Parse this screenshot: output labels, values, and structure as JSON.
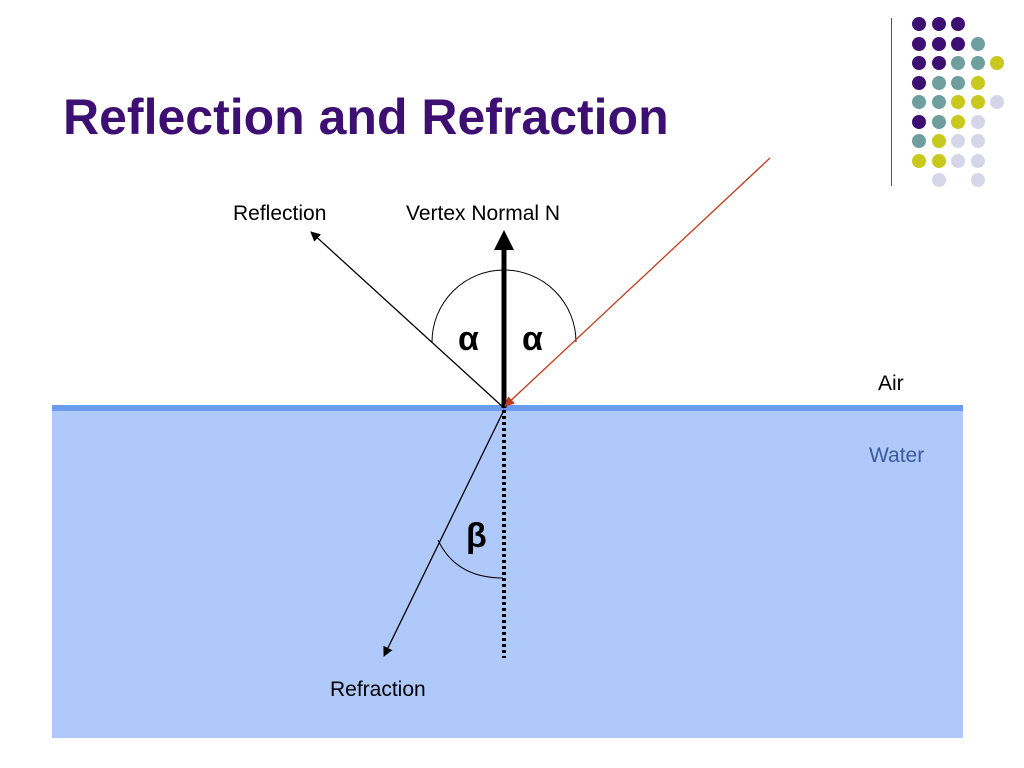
{
  "slide": {
    "title": "Reflection and Refraction"
  },
  "diagram": {
    "labels": {
      "reflection": "Reflection",
      "normal": "Vertex Normal N",
      "alpha_left": "α",
      "alpha_right": "α",
      "air": "Air",
      "water": "Water",
      "beta": "β",
      "refraction": "Refraction"
    },
    "colors": {
      "water_fill": "#afc9fa",
      "surface_line": "#6b9cf0",
      "incident_ray": "#c0391b",
      "title": "#3d0f73",
      "water_label": "#3c5aa0"
    }
  },
  "decoration": {
    "palette": {
      "purple": "#3d0f73",
      "teal": "#6f9e9e",
      "yellow": "#c8c81e",
      "lavender": "#d6d6e8"
    },
    "dot_grid": [
      [
        "purple",
        "purple",
        "purple",
        null,
        null
      ],
      [
        "purple",
        "purple",
        "purple",
        "teal",
        null
      ],
      [
        "purple",
        "purple",
        "teal",
        "teal",
        "yellow"
      ],
      [
        "purple",
        "teal",
        "teal",
        "yellow",
        null
      ],
      [
        "teal",
        "teal",
        "yellow",
        "yellow",
        "lavender"
      ],
      [
        "purple",
        "teal",
        "yellow",
        "lavender",
        null
      ],
      [
        "teal",
        "yellow",
        "lavender",
        "lavender",
        null
      ],
      [
        "yellow",
        "yellow",
        "lavender",
        "lavender",
        null
      ],
      [
        null,
        "lavender",
        null,
        "lavender",
        null
      ]
    ]
  }
}
